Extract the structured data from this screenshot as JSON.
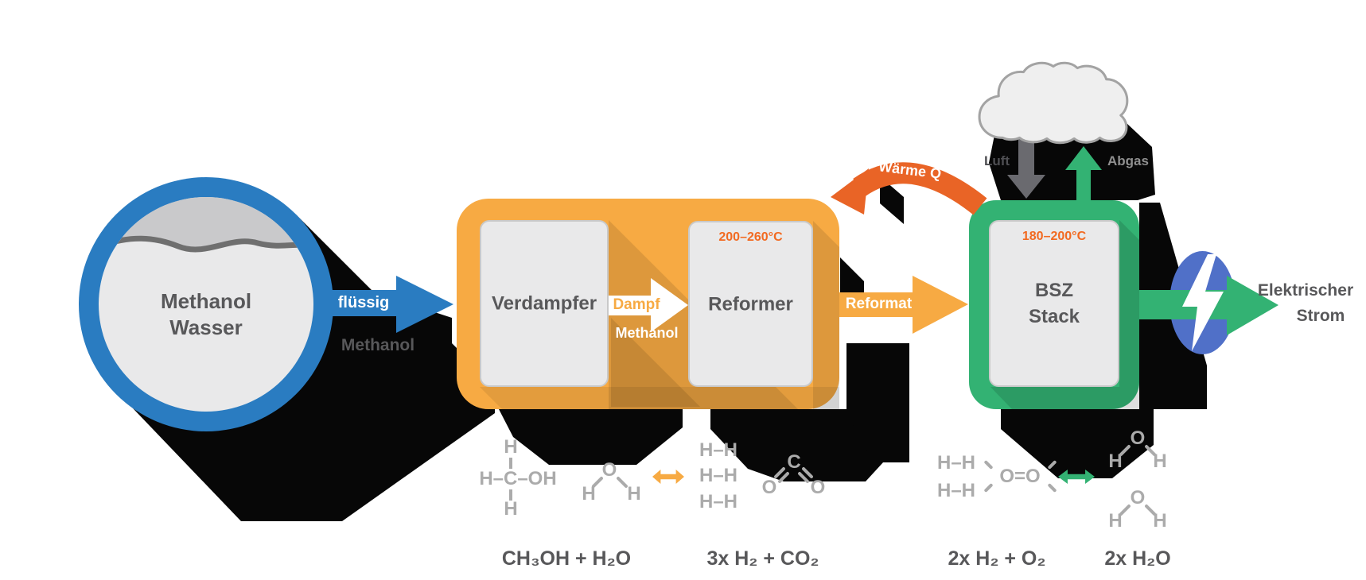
{
  "colors": {
    "blue": "#2A7CC1",
    "orange": "#F7AA43",
    "orange_dark": "#E96426",
    "temp_orange": "#F26A21",
    "green": "#33B273",
    "indigo": "#5070C8",
    "text_dark": "#58585A",
    "molecule_gray": "#ABABAB",
    "panel_fill": "#E9E9EA",
    "panel_border": "#C9C9C9",
    "shadow": "#070707",
    "cloud_fill": "#EFEFEF",
    "cloud_border": "#A3A3A3",
    "liquid_top": "#C9C9CB",
    "liquid_bottom": "#E9E9EA",
    "wave": "#6F6F6F",
    "luft_gray": "#6A6A6F",
    "abgas_gray": "#8F8F8F"
  },
  "tank": {
    "line1": "Methanol",
    "line2": "Wasser"
  },
  "feed_arrow": {
    "label": "flüssig",
    "sublabel": "Methanol"
  },
  "reformer_unit": {
    "evaporator_label": "Verdampfer",
    "steam_arrow": {
      "label": "Dampf",
      "sublabel": "Methanol"
    },
    "reformer": {
      "temp": "200–260°C",
      "label": "Reformer"
    }
  },
  "reformat_arrow": {
    "label": "Reformat"
  },
  "heat_arrow": {
    "label": "Wärme Q"
  },
  "fuel_cell": {
    "temp": "180–200°C",
    "line1": "BSZ",
    "line2": "Stack",
    "air_label": "Luft",
    "exhaust_label": "Abgas"
  },
  "output": {
    "line1": "Elektrischer",
    "line2": "Strom"
  },
  "reactions": {
    "educts_left": "CH₃OH + H₂O",
    "products_left": "3x H₂ + CO₂",
    "educts_right": "2x H₂ + O₂",
    "products_right": "2x H₂O"
  },
  "molecules": {
    "h": "H",
    "c": "C",
    "o": "O",
    "hh": "H–H",
    "hcoh": "H–C–OH",
    "oo": "O=O"
  }
}
